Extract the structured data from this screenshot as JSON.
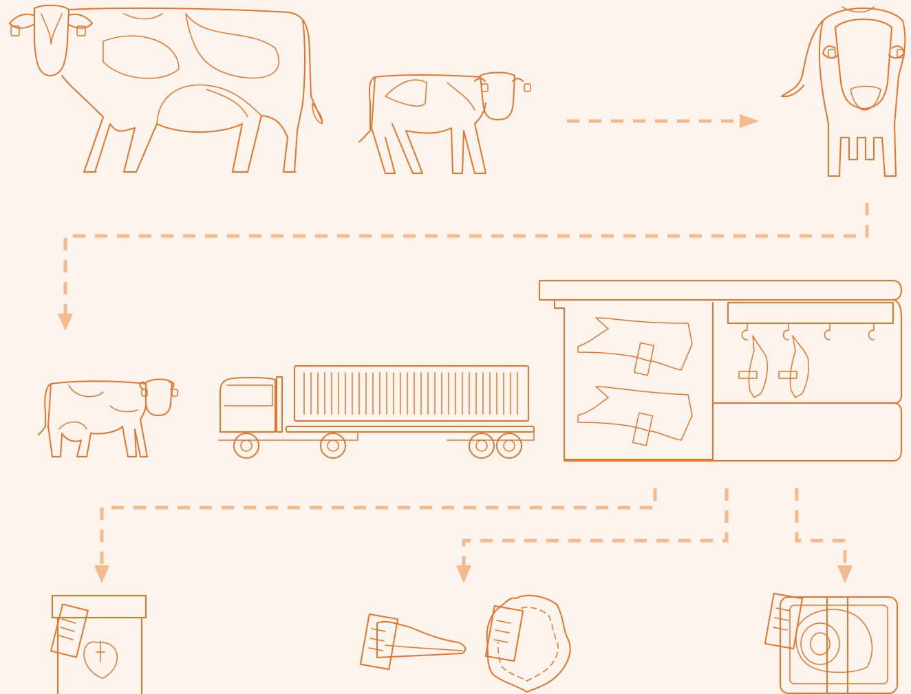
{
  "diagram": {
    "description_nodes": [
      {
        "id": "cow-with-calf"
      },
      {
        "id": "bull"
      },
      {
        "id": "cattle"
      },
      {
        "id": "truck"
      },
      {
        "id": "slaughterhouse"
      },
      {
        "id": "offal-box"
      },
      {
        "id": "leather-products"
      },
      {
        "id": "packaged-meat"
      }
    ],
    "colors": {
      "line": "#e8742a",
      "arrow": "#f5b98e",
      "background": "#fdf4ee"
    }
  }
}
